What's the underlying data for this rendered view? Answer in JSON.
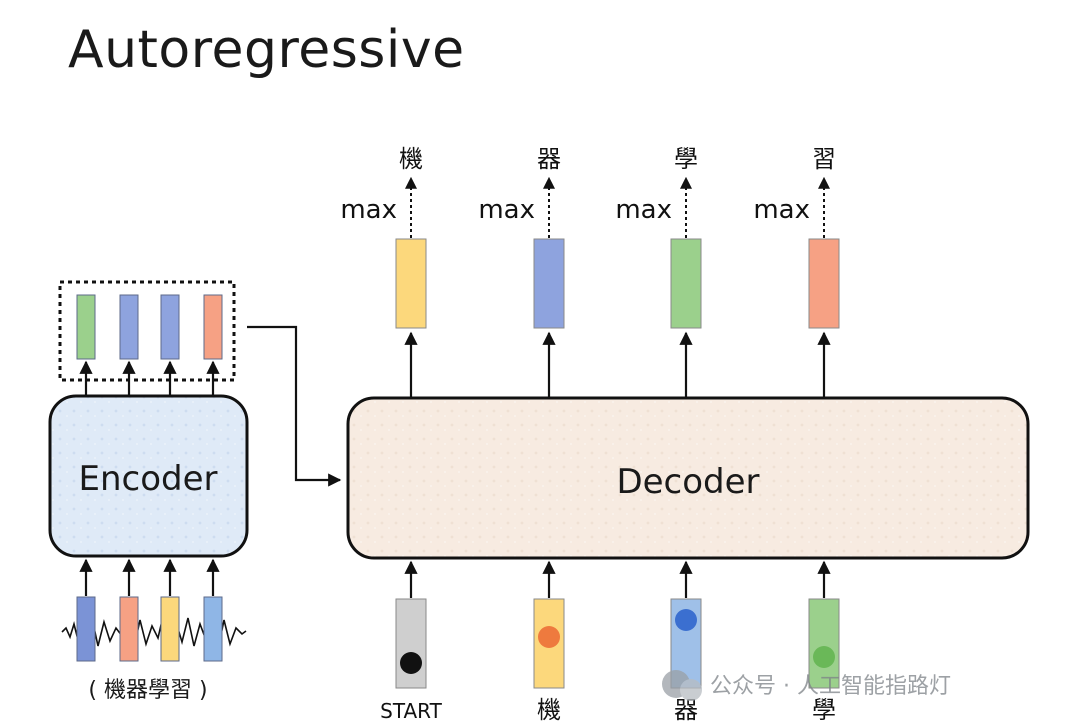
{
  "title": "Autoregressive",
  "encoder": {
    "label": "Encoder",
    "input_caption": "( 機器學習 )",
    "input_colors": [
      "#7b93d6",
      "#f6a184",
      "#fcd87c",
      "#8fb6e6"
    ],
    "output_colors": [
      "#9bd08c",
      "#8ea3de",
      "#8ea3de",
      "#f6a184"
    ]
  },
  "decoder": {
    "label": "Decoder",
    "inputs": [
      {
        "label": "START",
        "color": "#cfcfcf",
        "dot_color": "#111111"
      },
      {
        "label": "機",
        "color": "#fcd87c",
        "dot_color": "#ee7a3e"
      },
      {
        "label": "器",
        "color": "#9fc0e8",
        "dot_color": "#3b6fd0"
      },
      {
        "label": "學",
        "color": "#9bd08c",
        "dot_color": "#6ab858"
      }
    ],
    "outputs": [
      {
        "token": "機",
        "color": "#fcd87c",
        "op": "max"
      },
      {
        "token": "器",
        "color": "#8ea3de",
        "op": "max"
      },
      {
        "token": "學",
        "color": "#9bd08c",
        "op": "max"
      },
      {
        "token": "習",
        "color": "#f6a184",
        "op": "max"
      }
    ]
  },
  "watermark": "公众号 · 人工智能指路灯"
}
